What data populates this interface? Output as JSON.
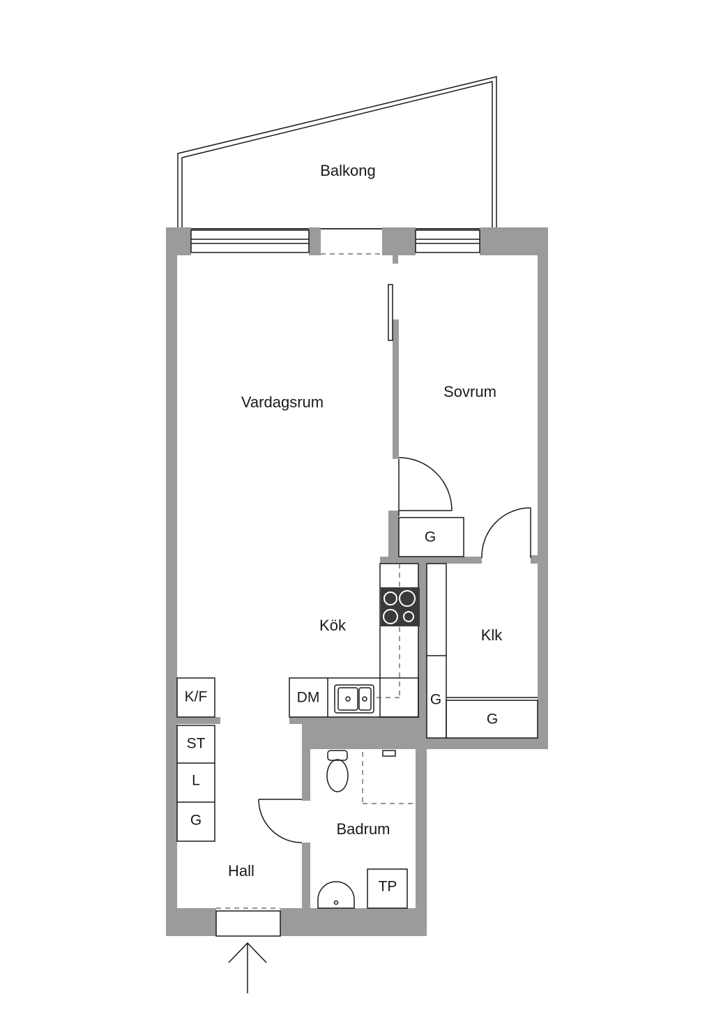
{
  "rooms": {
    "balkong": "Balkong",
    "vardagsrum": "Vardagsrum",
    "sovrum": "Sovrum",
    "kok": "Kök",
    "klk": "Klk",
    "hall": "Hall",
    "badrum": "Badrum"
  },
  "fixtures": {
    "g_sovrum": "G",
    "kf": "K/F",
    "dm": "DM",
    "g_klk_side": "G",
    "g_klk_bottom": "G",
    "st": "ST",
    "l": "L",
    "g_hall": "G",
    "tp": "TP"
  },
  "colors": {
    "wall": "#9b9b9b",
    "line": "#1a1a1a",
    "stove": "#3a3a3a"
  }
}
